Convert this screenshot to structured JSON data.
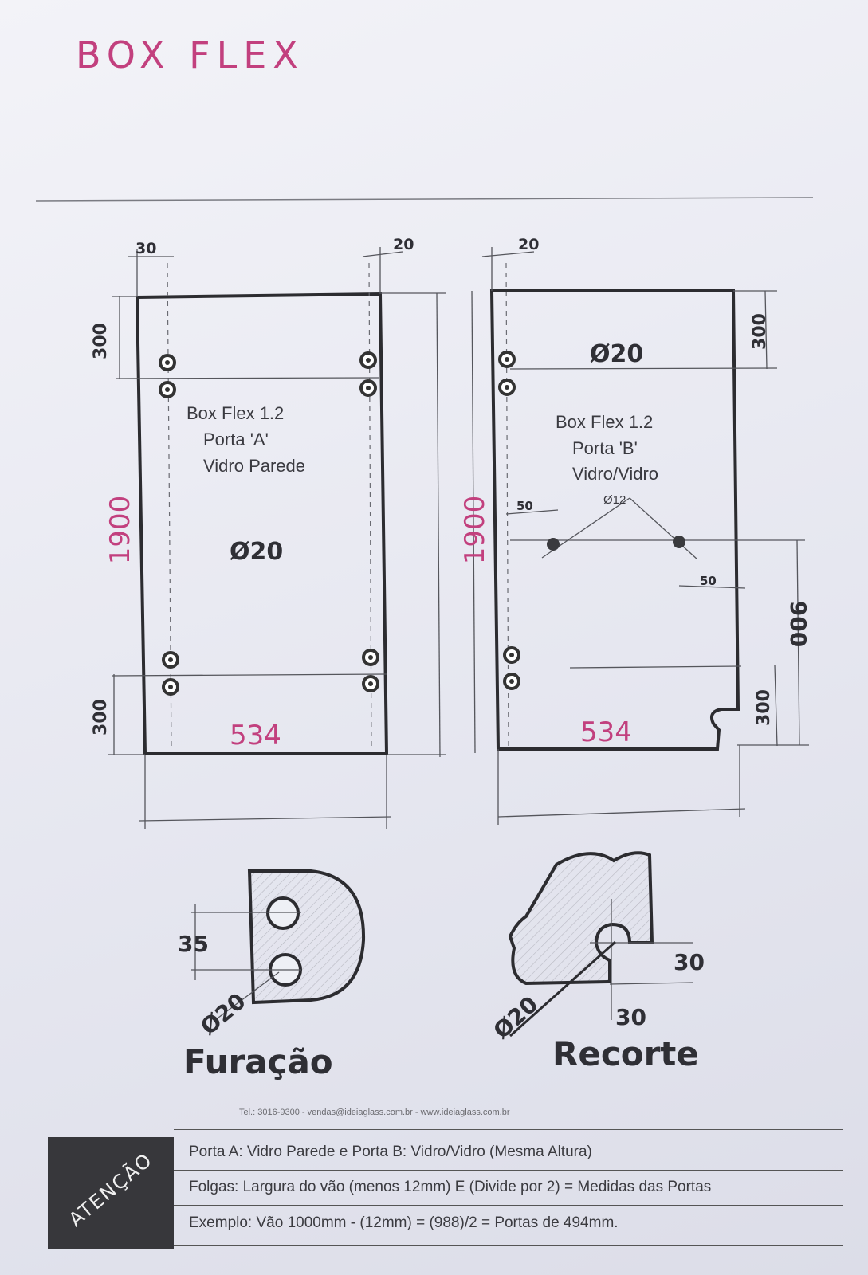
{
  "header": {
    "handwritten_title": "BOX FLEX"
  },
  "door_a": {
    "title": "Box Flex 1.2",
    "subtitle": "Porta 'A'",
    "type": "Vidro Parede",
    "hole_diameter": "Ø20",
    "top_offset": "30",
    "right_offset": "20",
    "top_dim": "300",
    "bottom_dim": "300",
    "height_hand": "1900",
    "width_hand": "534"
  },
  "door_b": {
    "title": "Box Flex 1.2",
    "subtitle": "Porta 'B'",
    "type": "Vidro/Vidro",
    "hole_diameter": "Ø20",
    "small_hole": "Ø12",
    "left_offset": "20",
    "top_dim": "300",
    "bottom_dim": "300",
    "handle_dim": "900",
    "gap_left": "50",
    "gap_right": "50",
    "height_hand": "1900",
    "width_hand": "534"
  },
  "detail_furacao": {
    "title": "Furação",
    "spacing": "35",
    "diameter": "Ø20"
  },
  "detail_recorte": {
    "title": "Recorte",
    "dim_h": "30",
    "dim_v": "30",
    "diameter": "Ø20"
  },
  "footer": {
    "contact": "Tel.: 3016-9300 - vendas@ideiaglass.com.br - www.ideiaglass.com.br",
    "warning_label": "ATENÇÃO",
    "notes": [
      "Porta A: Vidro Parede e Porta B: Vidro/Vidro (Mesma Altura)",
      "Folgas: Largura do vão (menos 12mm) E (Divide por 2) = Medidas das Portas",
      "Exemplo: Vão 1000mm - (12mm) = (988)/2 = Portas de 494mm."
    ]
  }
}
